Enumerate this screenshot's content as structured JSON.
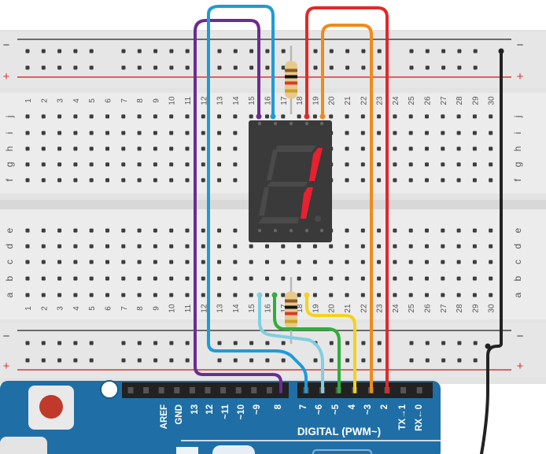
{
  "breadboard": {
    "columns": [
      "1",
      "2",
      "3",
      "4",
      "5",
      "6",
      "7",
      "8",
      "9",
      "10",
      "11",
      "12",
      "13",
      "14",
      "15",
      "16",
      "17",
      "18",
      "19",
      "20",
      "21",
      "22",
      "23",
      "24",
      "25",
      "26",
      "27",
      "28",
      "29",
      "30"
    ],
    "rows_top": [
      "j",
      "i",
      "h",
      "g",
      "f"
    ],
    "rows_bottom": [
      "e",
      "d",
      "c",
      "b",
      "a"
    ],
    "rail_minus": "−",
    "rail_plus": "+"
  },
  "display": {
    "shown_digit": "1",
    "segment_on_color": "#e8202f",
    "segment_off_color": "#4a4a4a",
    "body_color": "#3a3a3a"
  },
  "resistors": [
    {
      "id": "R1"
    },
    {
      "id": "R2"
    }
  ],
  "wires": [
    {
      "name": "purple",
      "color": "#6b2d91",
      "arduino_pin": "8"
    },
    {
      "name": "blue",
      "color": "#1e9bd7",
      "arduino_pin": "7"
    },
    {
      "name": "light-blue",
      "color": "#7fcfe0",
      "arduino_pin": "~6"
    },
    {
      "name": "green",
      "color": "#2fae3a",
      "arduino_pin": "~5"
    },
    {
      "name": "yellow",
      "color": "#f4d21f",
      "arduino_pin": "4"
    },
    {
      "name": "orange",
      "color": "#f08a1c",
      "arduino_pin": "~3"
    },
    {
      "name": "red",
      "color": "#e02a2a",
      "arduino_pin": "2"
    },
    {
      "name": "black",
      "color": "#222222",
      "arduino_pin": "GND"
    }
  ],
  "arduino": {
    "board_color": "#1f6fa6",
    "pin_labels": [
      "AREF",
      "GND",
      "13",
      "12",
      "~11",
      "~10",
      "~9",
      "8",
      "7",
      "~6",
      "~5",
      "4",
      "~3",
      "2",
      "TX→1",
      "RX←0"
    ],
    "digital_label": "DIGITAL (PWM~)"
  }
}
